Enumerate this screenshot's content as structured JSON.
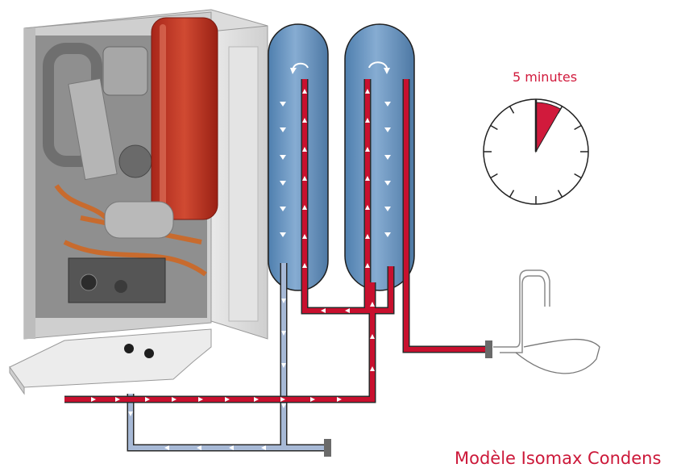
{
  "labels": {
    "timer": "5 minutes",
    "model": "Modèle Isomax Condens"
  },
  "timer": {
    "minutes": 5,
    "ticks": 12
  },
  "colors": {
    "hot_water": "#c8102e",
    "cold_water": "#9fb3d3",
    "tank": "#5f8cb8",
    "timer_accent": "#d11a3c"
  },
  "icons": {
    "circulation_left": "counterclockwise-arrow-icon",
    "circulation_right": "clockwise-arrow-icon",
    "tap": "tap-icon",
    "boiler": "boiler-icon"
  }
}
